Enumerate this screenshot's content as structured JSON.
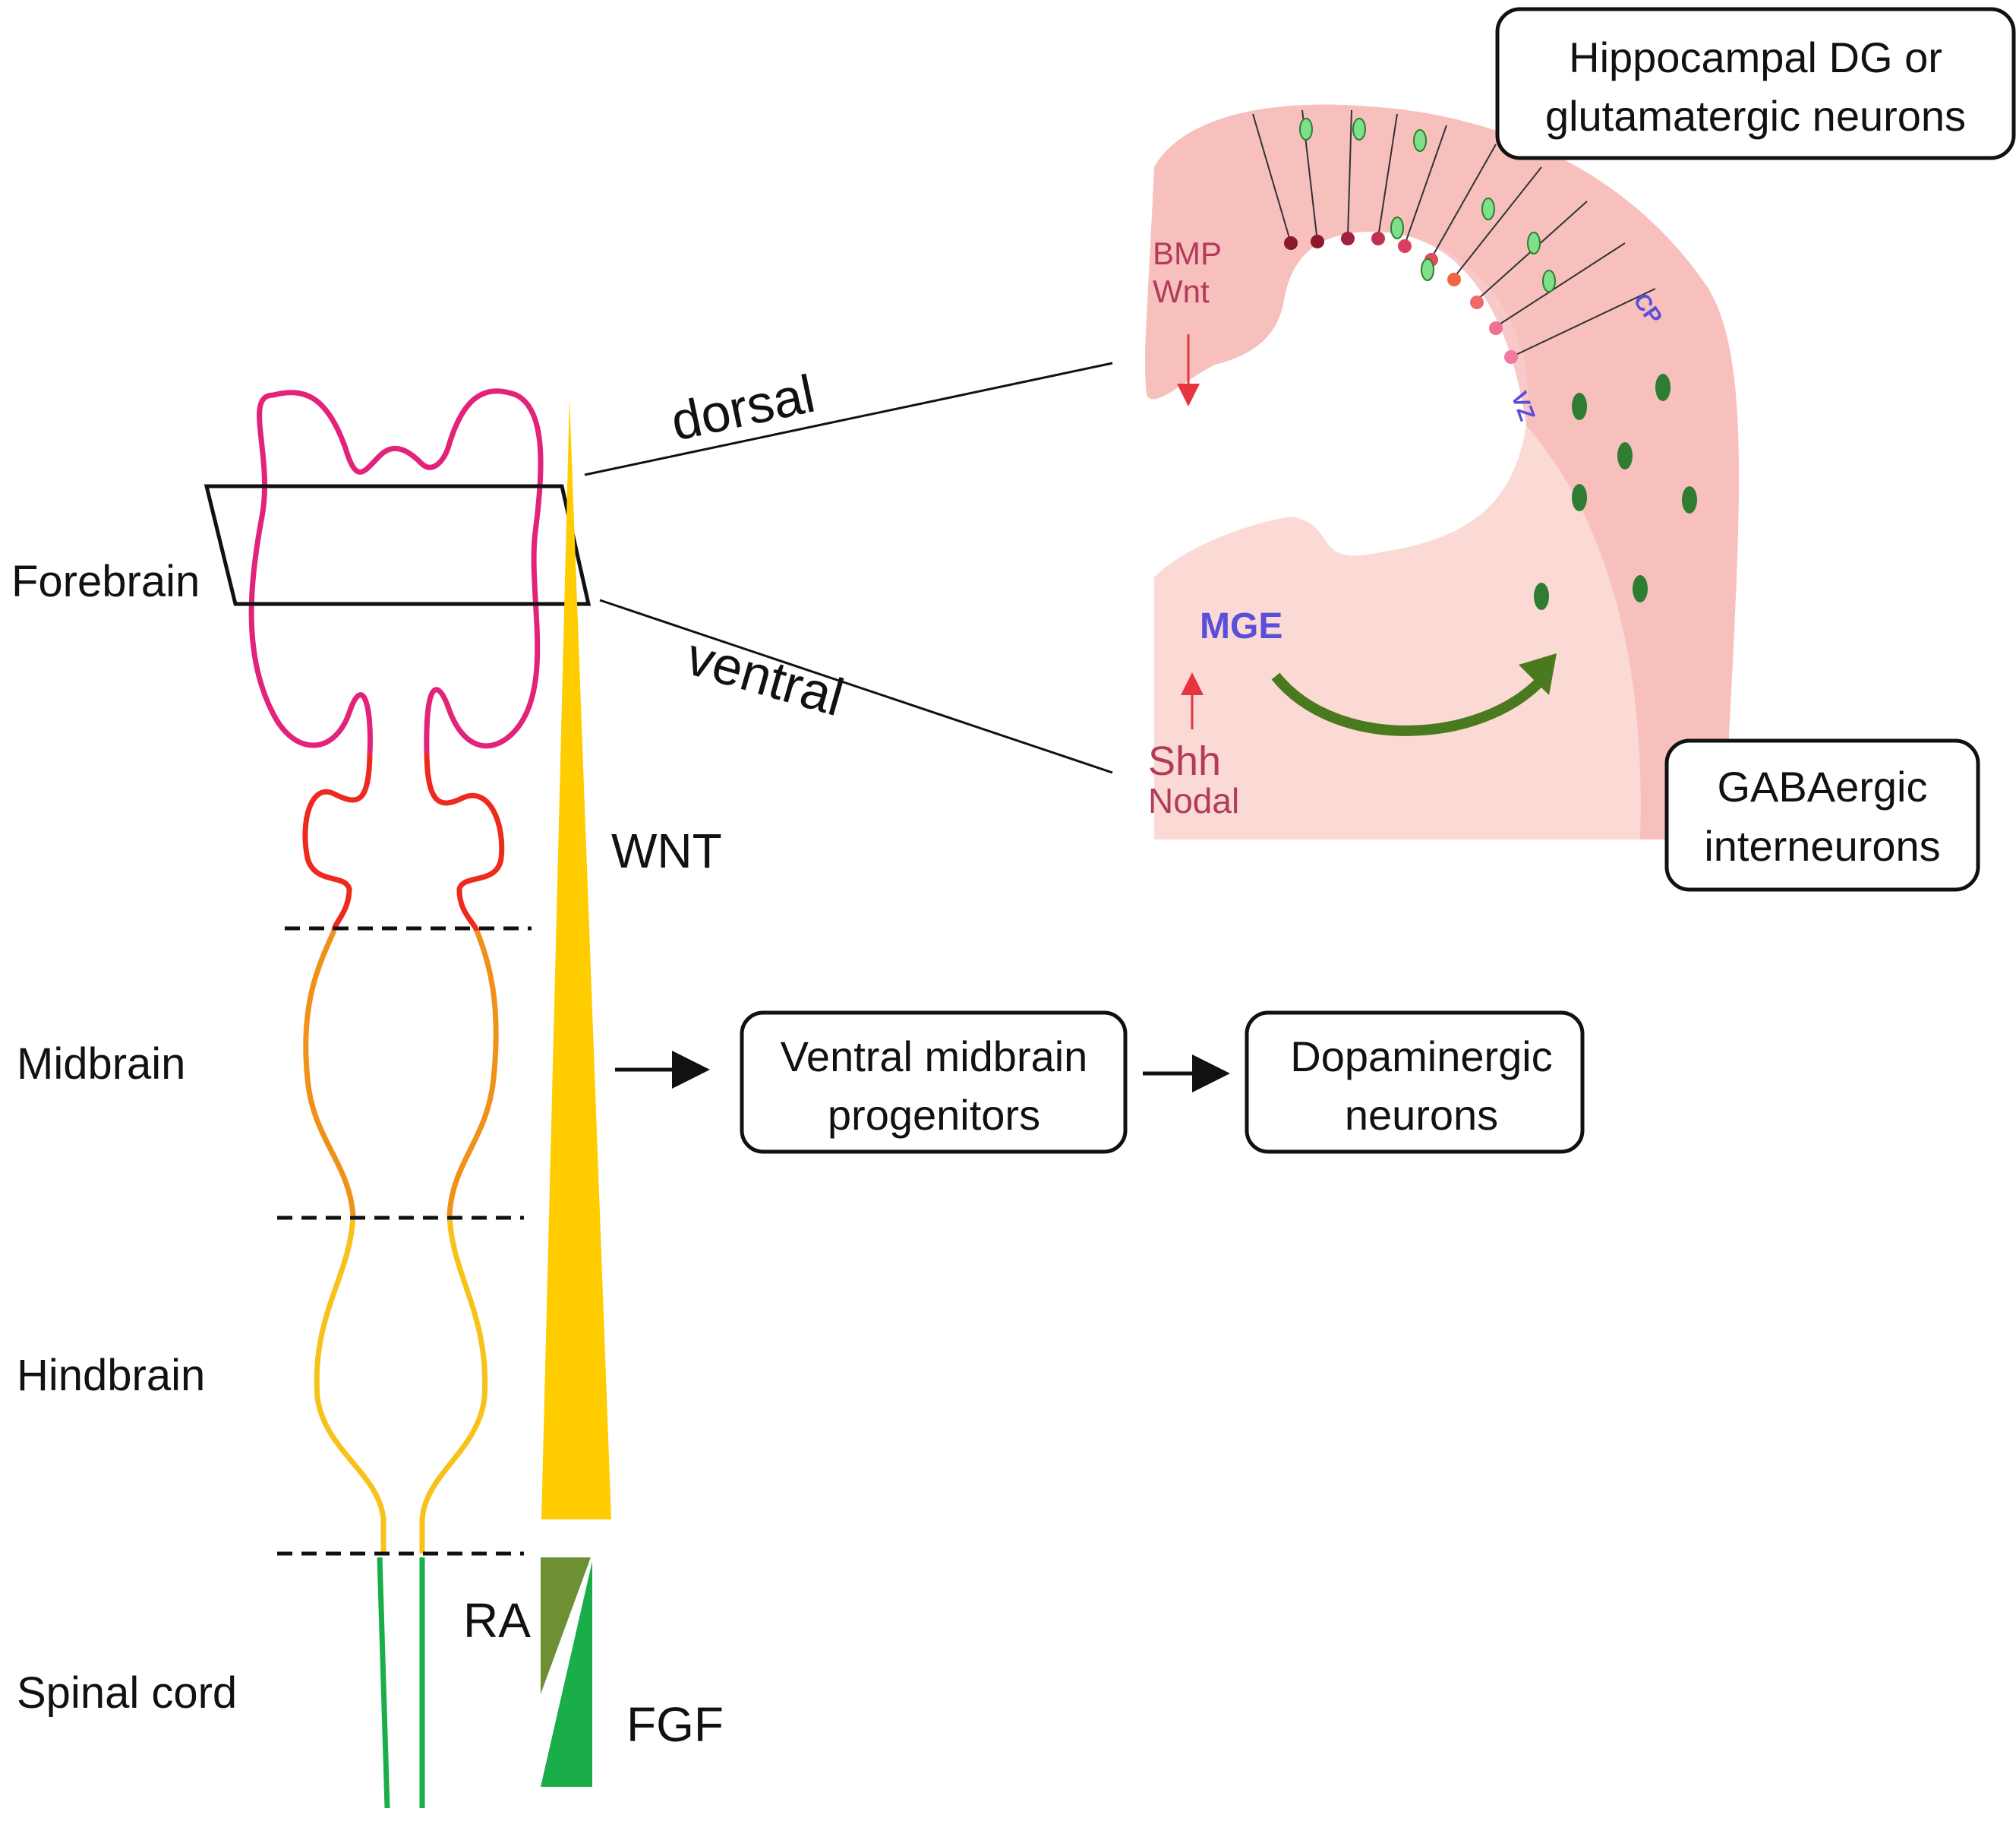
{
  "regions": {
    "forebrain": "Forebrain",
    "midbrain": "Midbrain",
    "hindbrain": "Hindbrain",
    "spinal_cord": "Spinal cord"
  },
  "gradients": {
    "wnt": "WNT",
    "ra": "RA",
    "fgf": "FGF"
  },
  "section_axes": {
    "dorsal": "dorsal",
    "ventral": "ventral"
  },
  "inset": {
    "bmp": "BMP",
    "wnt": "Wnt",
    "shh": "Shh",
    "nodal": "Nodal",
    "mge": "MGE",
    "vz": "VZ",
    "cp": "CP"
  },
  "boxes": {
    "hippocampal_line1": "Hippocampal DG or",
    "hippocampal_line2": "glutamatergic neurons",
    "gaba_line1": "GABAergic",
    "gaba_line2": "interneurons",
    "ventral_midbrain_line1": "Ventral midbrain",
    "ventral_midbrain_line2": "progenitors",
    "dopaminergic_line1": "Dopaminergic",
    "dopaminergic_line2": "neurons"
  },
  "colors": {
    "forebrain": "#e3237a",
    "forebrain_lower": "#ee2a1e",
    "midbrain": "#f0911a",
    "hindbrain": "#f7c21a",
    "spinal_cord": "#1aae4b",
    "wnt_gradient": "#ffcc00",
    "ra_gradient": "#6e8f33",
    "fgf_gradient": "#1aae4b",
    "inset_tissue": "#fbd9d4",
    "neuron_green": "#2e7d32",
    "mge_arrow": "#4a7a1e"
  }
}
